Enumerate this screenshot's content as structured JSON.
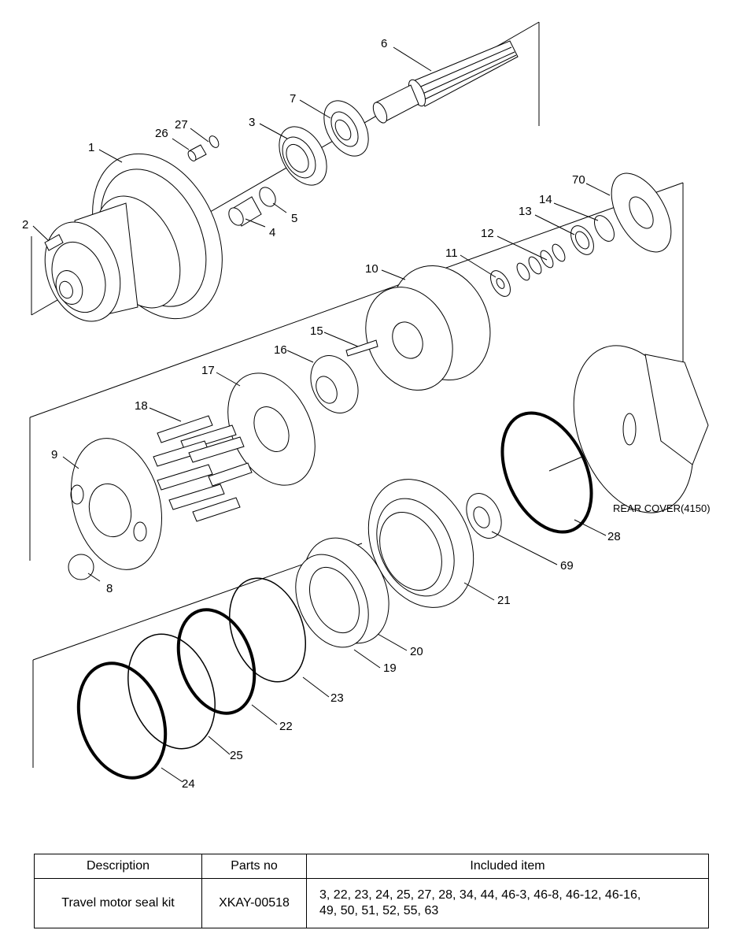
{
  "diagram": {
    "rear_cover_label": "REAR COVER(4150)",
    "callouts": {
      "c1": "1",
      "c2": "2",
      "c3": "3",
      "c4": "4",
      "c5": "5",
      "c6": "6",
      "c7": "7",
      "c8": "8",
      "c9": "9",
      "c10": "10",
      "c11": "11",
      "c12": "12",
      "c13": "13",
      "c14": "14",
      "c15": "15",
      "c16": "16",
      "c17": "17",
      "c18": "18",
      "c19": "19",
      "c20": "20",
      "c21": "21",
      "c22": "22",
      "c23": "23",
      "c24": "24",
      "c25": "25",
      "c26": "26",
      "c27": "27",
      "c28": "28",
      "c69": "69",
      "c70": "70"
    }
  },
  "table": {
    "headers": {
      "description": "Description",
      "parts_no": "Parts no",
      "included": "Included item"
    },
    "row": {
      "description": "Travel motor seal kit",
      "parts_no": "XKAY-00518",
      "included_line1": "3, 22, 23, 24, 25, 27, 28, 34, 44, 46-3, 46-8, 46-12, 46-16,",
      "included_line2": "49, 50, 51, 52, 55, 63"
    }
  }
}
